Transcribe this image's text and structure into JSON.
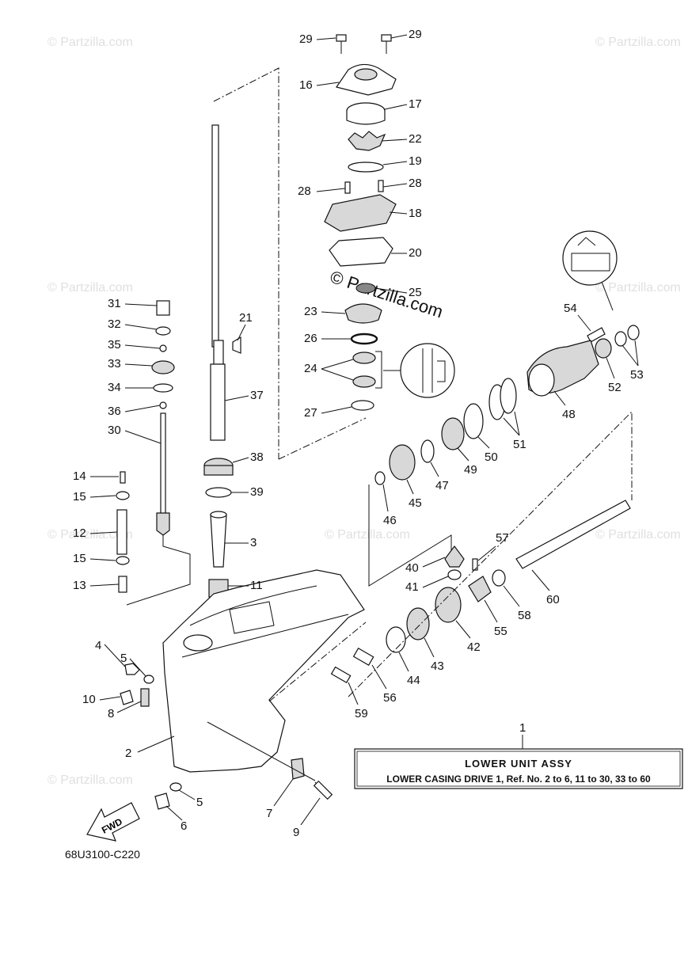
{
  "watermark": "© Partzilla.com",
  "center_watermark": "© Partzilla.com",
  "diagram_code": "68U3100-C220",
  "fwd_label": "FWD",
  "assembly_box": {
    "callout": "1",
    "title": "LOWER UNIT ASSY",
    "subtitle": "LOWER CASING DRIVE 1, Ref. No. 2 to 6, 11 to 30, 33 to 60"
  },
  "callouts": {
    "c29a": "29",
    "c29b": "29",
    "c16": "16",
    "c17": "17",
    "c22": "22",
    "c19": "19",
    "c28a": "28",
    "c28b": "28",
    "c18": "18",
    "c20": "20",
    "c25": "25",
    "c23": "23",
    "c26": "26",
    "c24": "24",
    "c27": "27",
    "c21": "21",
    "c37": "37",
    "c38": "38",
    "c39": "39",
    "c3": "3",
    "c11": "11",
    "c31": "31",
    "c32": "32",
    "c35": "35",
    "c33": "33",
    "c34": "34",
    "c36": "36",
    "c30": "30",
    "c14": "14",
    "c15a": "15",
    "c12": "12",
    "c15b": "15",
    "c13": "13",
    "c4": "4",
    "c5a": "5",
    "c10": "10",
    "c8": "8",
    "c2": "2",
    "c5b": "5",
    "c6": "6",
    "c7": "7",
    "c9": "9",
    "c54": "54",
    "c53": "53",
    "c52": "52",
    "c48": "48",
    "c51": "51",
    "c50": "50",
    "c49": "49",
    "c47": "47",
    "c45": "45",
    "c46": "46",
    "c57": "57",
    "c40": "40",
    "c41": "41",
    "c60": "60",
    "c58": "58",
    "c55": "55",
    "c42": "42",
    "c43": "43",
    "c44": "44",
    "c56": "56",
    "c59": "59"
  }
}
